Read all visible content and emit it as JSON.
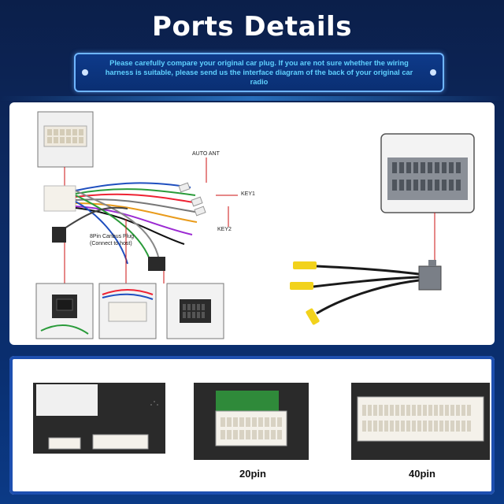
{
  "title": "Ports Details",
  "notice": "Please carefully compare your original car plug. If you are not sure whether the wiring harness is suitable, please send us the interface diagram of the back of your original car radio",
  "labels": {
    "auto_ant": "AUTO ANT",
    "key1": "KEY1",
    "key2": "KEY2",
    "canbus": "8Pin Canbus Plug\n(Connect to host)"
  },
  "captions": {
    "pin20": "20pin",
    "pin40": "40pin"
  },
  "colors": {
    "background": "#0b2a63",
    "notice_text": "#5fd1ff",
    "rca_yellow": "#f2d21b",
    "wire_red": "#d82020"
  }
}
